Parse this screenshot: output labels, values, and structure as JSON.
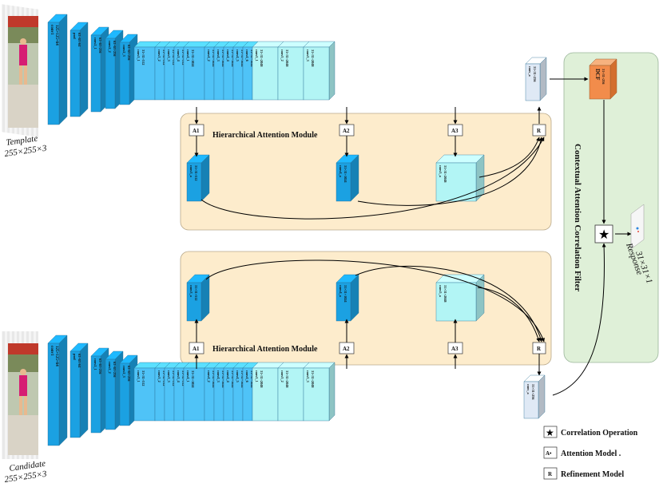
{
  "template": {
    "caption_name": "Template",
    "caption_size": "255×255×3"
  },
  "candidate": {
    "caption_name": "Candidate",
    "caption_size": "255×255×3"
  },
  "backbone_layers": [
    {
      "name": "conv1",
      "size": "125×125×64"
    },
    {
      "name": "pool",
      "size": "63×63×64"
    },
    {
      "name": "conv2_1",
      "size": "63×63×256"
    },
    {
      "name": "conv2_2",
      "size": "63×63×256"
    },
    {
      "name": "conv2_3",
      "size": "63×63×256"
    },
    {
      "name": "conv3_1",
      "size": "31×31×512"
    },
    {
      "name": "conv3_2",
      "size": "31×31×512"
    },
    {
      "name": "conv3_3",
      "size": "31×31×512"
    },
    {
      "name": "conv3_4",
      "size": "31×31×512"
    },
    {
      "name": "conv4_1",
      "size": "31×31×1024"
    },
    {
      "name": "conv4_2",
      "size": "31×31×1024"
    },
    {
      "name": "conv4_3",
      "size": "31×31×1024"
    },
    {
      "name": "conv4_4",
      "size": "31×31×1024"
    },
    {
      "name": "conv4_5",
      "size": "31×31×1024"
    },
    {
      "name": "conv4_6",
      "size": "31×31×1024"
    },
    {
      "name": "conv5_1",
      "size": "31×31×2048"
    },
    {
      "name": "conv5_2",
      "size": "31×31×2048"
    },
    {
      "name": "conv5_3",
      "size": "31×31×2048"
    }
  ],
  "attention_outputs": [
    {
      "name": "conv3_a",
      "size": "31×31×512"
    },
    {
      "name": "conv4_a",
      "size": "31×31×1024"
    },
    {
      "name": "conv5_a",
      "size": "31×31×2048"
    }
  ],
  "hierarchical_attention_module": "Hierarchical Attention Module",
  "attention_tags": [
    "A1",
    "A2",
    "A3"
  ],
  "refinement_tag": "R",
  "refined_output": {
    "name": "conv_a",
    "size": "31×31×256"
  },
  "contextual_panel_title": "Contextual Attention Correlation Filter",
  "dcf_block": {
    "name": "DCF",
    "size": "31×31×256"
  },
  "correlation_symbol": "★",
  "response": {
    "name": "Response",
    "size": "31×31×1"
  },
  "legend": [
    {
      "key": "★",
      "text": "Correlation Operation"
    },
    {
      "key": "A•",
      "text": "Attention Model ."
    },
    {
      "key": "R",
      "text": "Refinement Model"
    }
  ],
  "colors": {
    "early_blue": "#1ba1e2",
    "mid_blue": "#4fc3f7",
    "light_cyan": "#b2f5f5",
    "module_bg": "#fdeccc",
    "panel_bg": "#dff0d8",
    "dcf_orange": "#f28c4b"
  }
}
